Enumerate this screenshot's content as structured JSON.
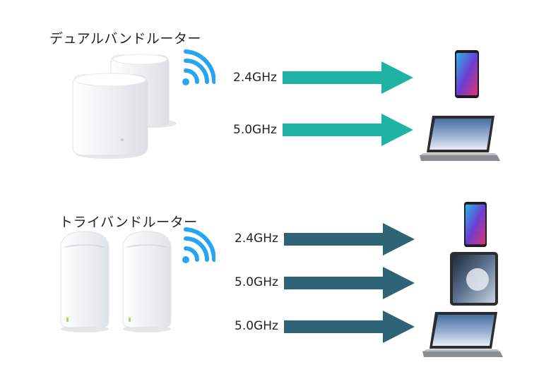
{
  "dual": {
    "title": "デュアルバンドルーター",
    "arrow_color": "#1fb3a3",
    "bands": [
      {
        "label": "2.4GHz",
        "device": "smartphone-icon"
      },
      {
        "label": "5.0GHz",
        "device": "laptop-icon"
      }
    ]
  },
  "tri": {
    "title": "トライバンドルーター",
    "arrow_color": "#2e6476",
    "bands": [
      {
        "label": "2.4GHz",
        "device": "smartphone-icon"
      },
      {
        "label": "5.0GHz",
        "device": "tablet-icon"
      },
      {
        "label": "5.0GHz",
        "device": "laptop-icon"
      }
    ]
  },
  "colors": {
    "wifi": "#29a4f0",
    "router_body": "#f4f5f7"
  }
}
